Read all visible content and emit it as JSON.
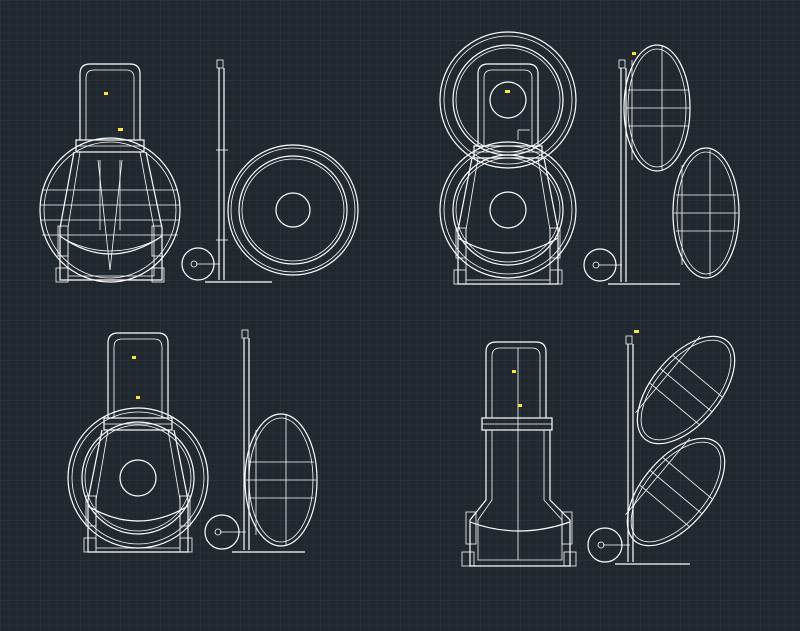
{
  "drawing": {
    "background": "#212830",
    "grid_minor_color": "#2a323c",
    "grid_major_color": "#323b46",
    "line_color": "#ffffff",
    "marker_color": "#ffe23a"
  },
  "views": [
    {
      "name": "cart-with-ball-bag-and-separate-wheel"
    },
    {
      "name": "cart-with-two-wheels-stacked"
    },
    {
      "name": "cart-with-single-wheel-loaded"
    },
    {
      "name": "cart-with-two-bags-tilted"
    }
  ]
}
